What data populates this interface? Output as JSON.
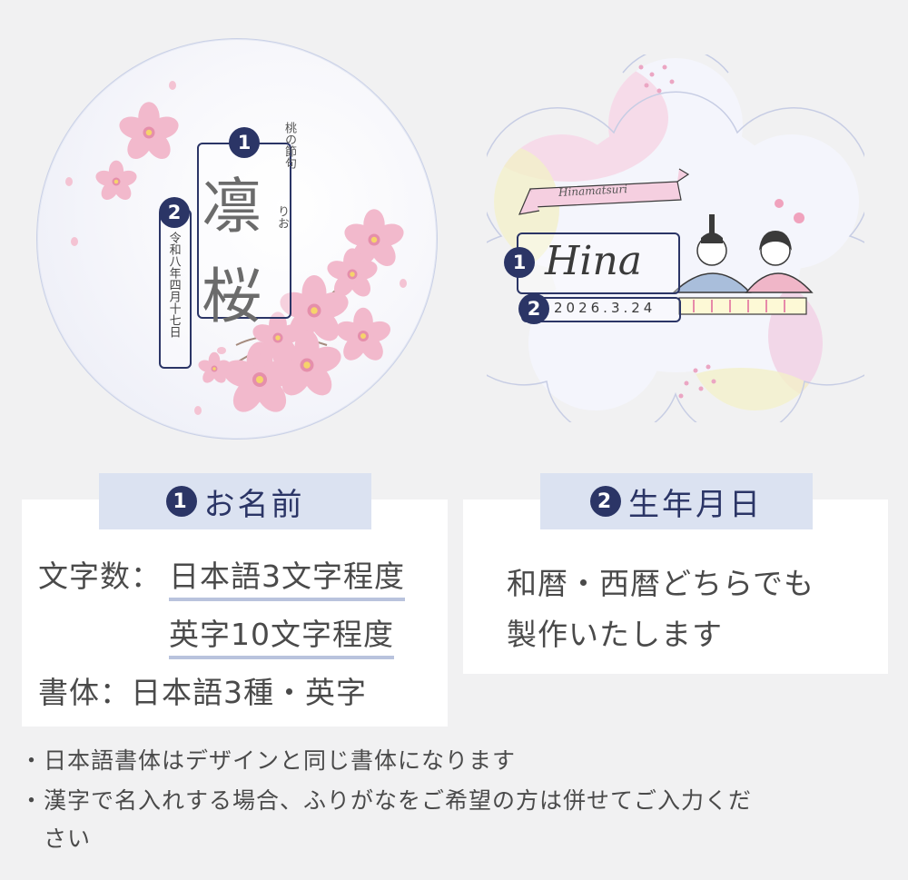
{
  "circle_product": {
    "badge1": "1",
    "badge2": "2",
    "name_kanji": "凛桜",
    "festival": "桃の節句",
    "furigana": "りお",
    "date_vertical": "令和八年四月十七日"
  },
  "plum_product": {
    "banner_script": "Hinamatsuri",
    "badge1": "1",
    "badge2": "2",
    "name_script": "Hina",
    "date": "2026.3.24"
  },
  "card1": {
    "tab_badge": "1",
    "tab_label": "お名前",
    "line1_label": "文字数：",
    "line1_value": "日本語3文字程度",
    "line2_value": "英字10文字程度",
    "line3": "書体：日本語3種・英字"
  },
  "card2": {
    "tab_badge": "2",
    "tab_label": "生年月日",
    "line1": "和暦・西暦どちらでも",
    "line2": "製作いたします"
  },
  "notes": {
    "note1": "・日本語書体はデザインと同じ書体になります",
    "note2_line1": "・漢字で名入れする場合、ふりがなをご希望の方は併せてご入力くだ",
    "note2_line2": "さい"
  },
  "colors": {
    "navy": "#2b3566",
    "tab_bg": "#dbe2f1",
    "underline": "#b9c3dd",
    "sakura_pink": "#f0b6c8"
  }
}
